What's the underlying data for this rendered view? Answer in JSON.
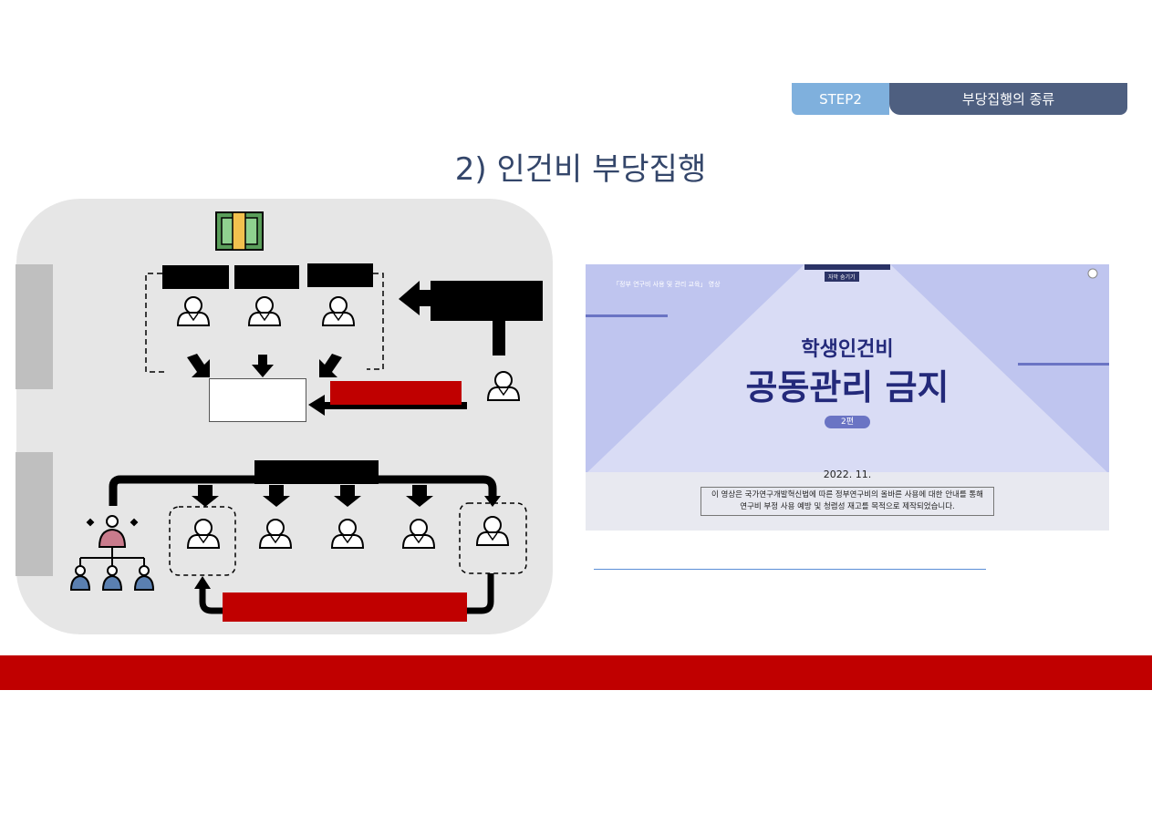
{
  "header": {
    "step_label": "STEP2",
    "section_title": "부당집행의 종류"
  },
  "page": {
    "title": "2) 인건비 부당집행"
  },
  "video": {
    "top_caption": "「정부 연구비 사용 및 관리 교육」 영상",
    "badge_text": "자막 숨기기",
    "title_line1": "학생인건비",
    "title_line2": "공동관리 금지",
    "episode": "2편",
    "date": "2022. 11.",
    "description_line1": "이 영상은 국가연구개발혁신법에 따른 정부연구비의 올바른 사용에 대한 안내를 통해",
    "description_line2": "연구비 부정 사용 예방 및 청렴성 재고를 목적으로 제작되었습니다."
  },
  "colors": {
    "step_badge": "#7fb0dd",
    "step_title": "#4e5f80",
    "page_title": "#34466a",
    "accent_red": "#c00000",
    "panel": "#e6e6e6"
  }
}
